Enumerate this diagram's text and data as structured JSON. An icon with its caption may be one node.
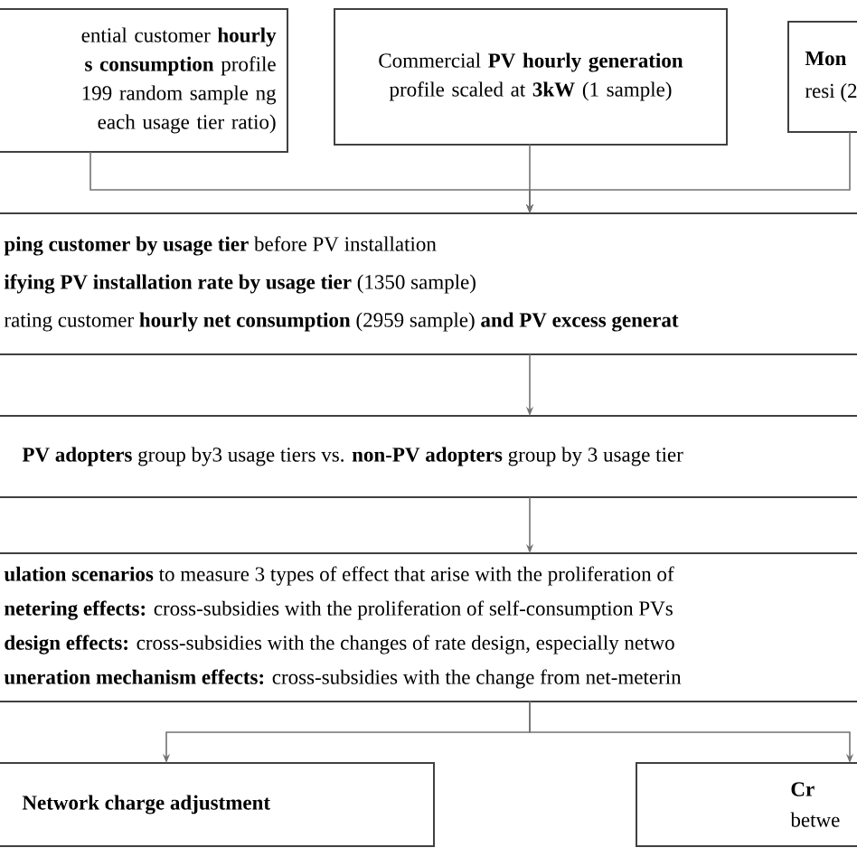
{
  "diagram": {
    "nodes": [
      {
        "text": [
          "ential customer **hourly s consumption** profile 199 random sample ng each usage tier ratio)"
        ]
      },
      {
        "text": [
          "Commercial **PV hourly generation** profile scaled at **3kW** (1 sample)"
        ]
      },
      {
        "text": [
          "Mon",
          "resi (2"
        ]
      },
      {
        "text": [
          "**ping customer by usage tier** before PV installation",
          "**ifying PV installation rate by usage tier** (1350 sample)",
          "rating customer **hourly net consumption** (2959 sample) **and PV excess generat**"
        ]
      },
      {
        "text": [
          "**PV adopters** group by3 usage tiers vs. **non-PV adopters** group by 3 usage tier"
        ]
      },
      {
        "text": [
          "**ulation scenarios** to measure 3 types of effect that arise with the proliferation of",
          "**netering effects:** cross-subsidies with the proliferation of self-consumption PVs",
          "**design effects:** cross-subsidies with the changes of rate design, especially netwo",
          "**uneration mechanism effects:** cross-subsidies with the change from net-meterin"
        ]
      },
      {
        "text": [
          "Network charge adjustment"
        ]
      },
      {
        "text": [
          "Cr",
          "betwe"
        ]
      }
    ],
    "edges": [
      {
        "from": 0,
        "to": 3,
        "arrow": "to"
      },
      {
        "from": 1,
        "to": 3,
        "arrow": "to"
      },
      {
        "from": 2,
        "to": 3,
        "arrow": "to"
      },
      {
        "from": 3,
        "to": 4,
        "arrow": "to"
      },
      {
        "from": 4,
        "to": 5,
        "arrow": "to"
      },
      {
        "from": 5,
        "to": 6,
        "arrow": "to"
      },
      {
        "from": 5,
        "to": 7,
        "arrow": "to"
      }
    ]
  }
}
